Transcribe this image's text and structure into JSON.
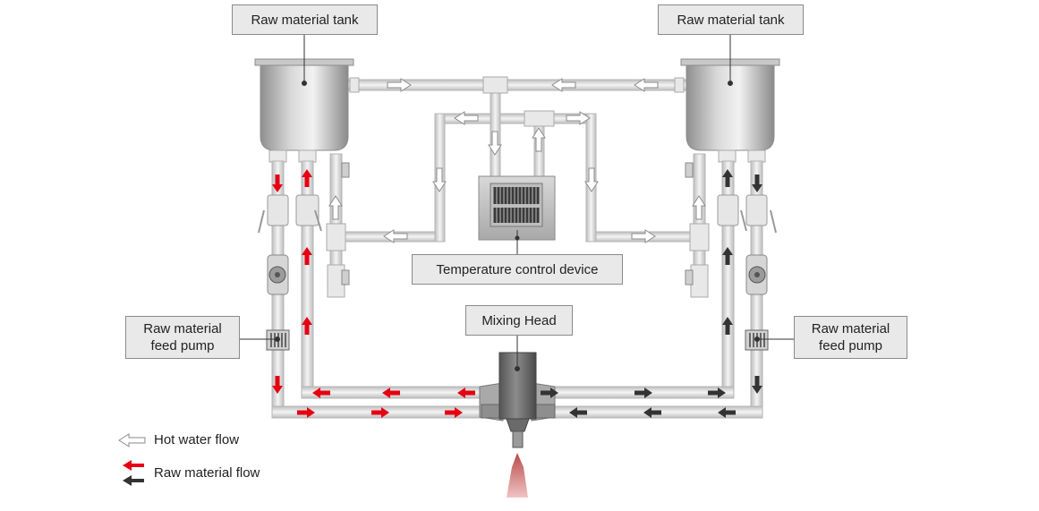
{
  "labels": {
    "tank_left": "Raw material tank",
    "tank_right": "Raw material tank",
    "temperature_control": "Temperature control device",
    "mixing_head": "Mixing Head",
    "pump_left": "Raw material\nfeed pump",
    "pump_right": "Raw material\nfeed pump"
  },
  "legend": {
    "hot_water": "Hot water flow",
    "raw_material": "Raw material flow"
  },
  "colors": {
    "red_flow": "#e60012",
    "dark_flow": "#333333",
    "pipe": "#dcdcdc",
    "hot_water_arrow": "#ffffff"
  }
}
